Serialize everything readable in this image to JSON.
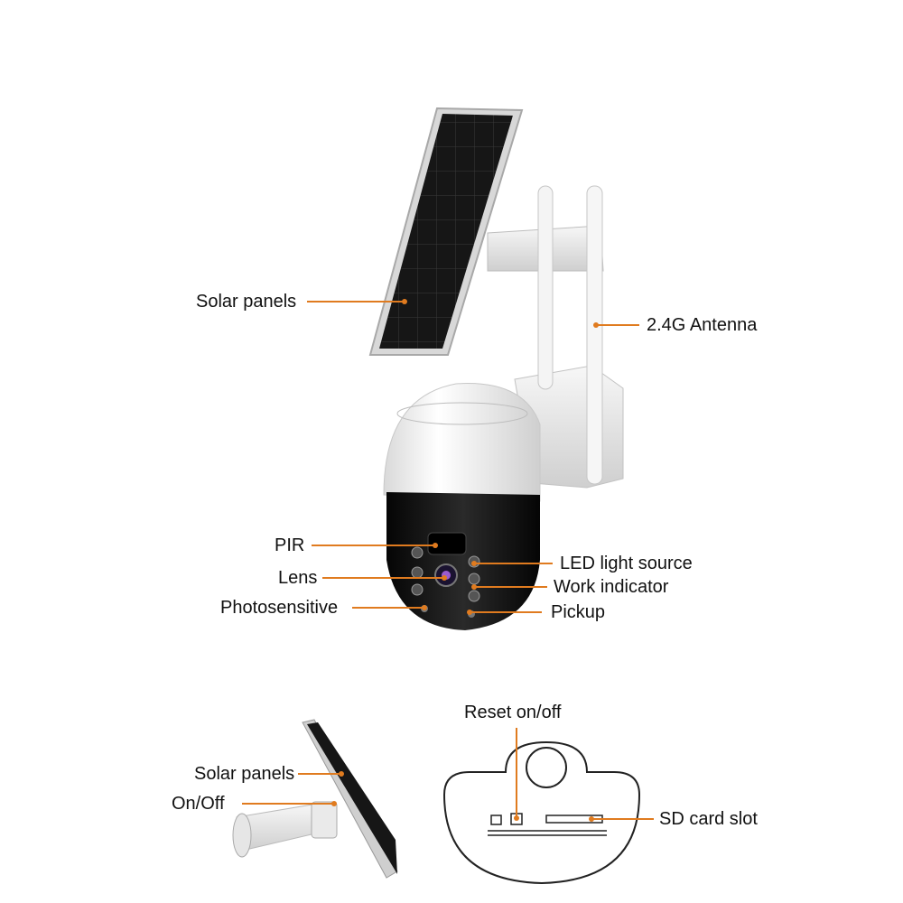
{
  "colors": {
    "leader_line": "#e07b1f",
    "camera_body": "#f2f2f2",
    "camera_dark": "#111111",
    "solar_panel": "#1a1a1a"
  },
  "main_diagram": {
    "labels": {
      "solar_panels": "Solar panels",
      "antenna": "2.4G Antenna",
      "pir": "PIR",
      "lens": "Lens",
      "photosensitive": "Photosensitive",
      "led_light_source": "LED light source",
      "work_indicator": "Work indicator",
      "pickup": "Pickup"
    }
  },
  "side_diagram": {
    "labels": {
      "solar_panels": "Solar panels",
      "on_off": "On/Off"
    }
  },
  "back_panel_diagram": {
    "labels": {
      "reset": "Reset on/off",
      "sd_card_slot": "SD card slot"
    }
  }
}
